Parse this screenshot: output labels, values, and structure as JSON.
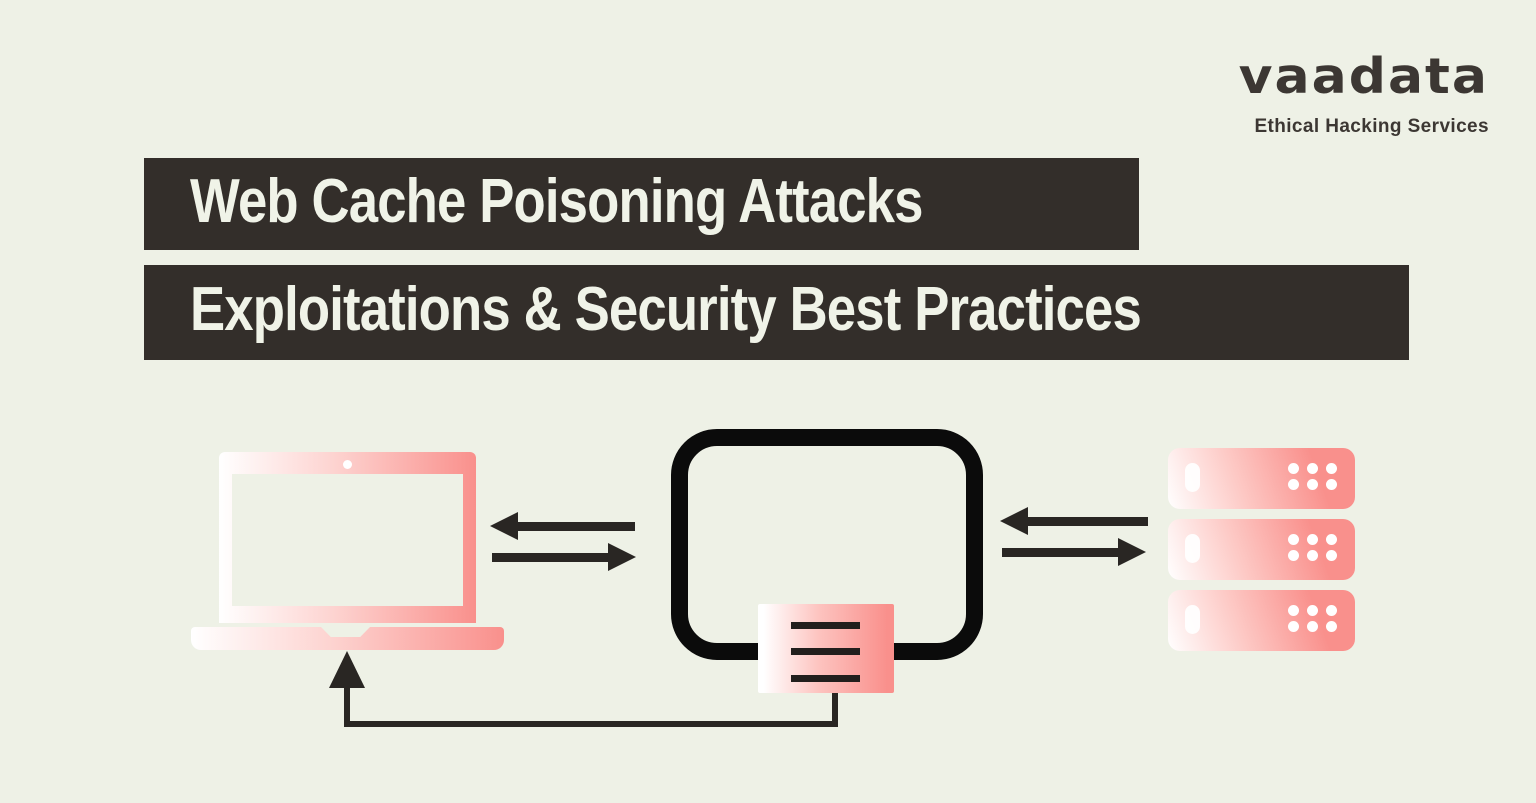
{
  "page": {
    "background_color": "#eef1e6"
  },
  "header": {
    "logo_text": "vaadata",
    "tagline": "Ethical Hacking Services",
    "logo_color": "#3c3733"
  },
  "title": {
    "line1": "Web Cache Poisoning Attacks",
    "line2": "Exploitations & Security Best Practices",
    "bar_color": "#332e2a",
    "text_color": "#f0f3e8"
  },
  "diagram": {
    "accent_color": "#f9908c",
    "outline_color": "#0b0b0b",
    "arrow_color": "#292623",
    "icons": {
      "client": "laptop-icon",
      "cache": "cache-box-icon",
      "cache_entry": "cached-document-icon",
      "origin": "server-stack-icon",
      "request_response": [
        "arrow-left-icon",
        "arrow-right-icon"
      ],
      "poisoned_response": "arrow-up-feedback-icon"
    },
    "server_count": 3
  }
}
